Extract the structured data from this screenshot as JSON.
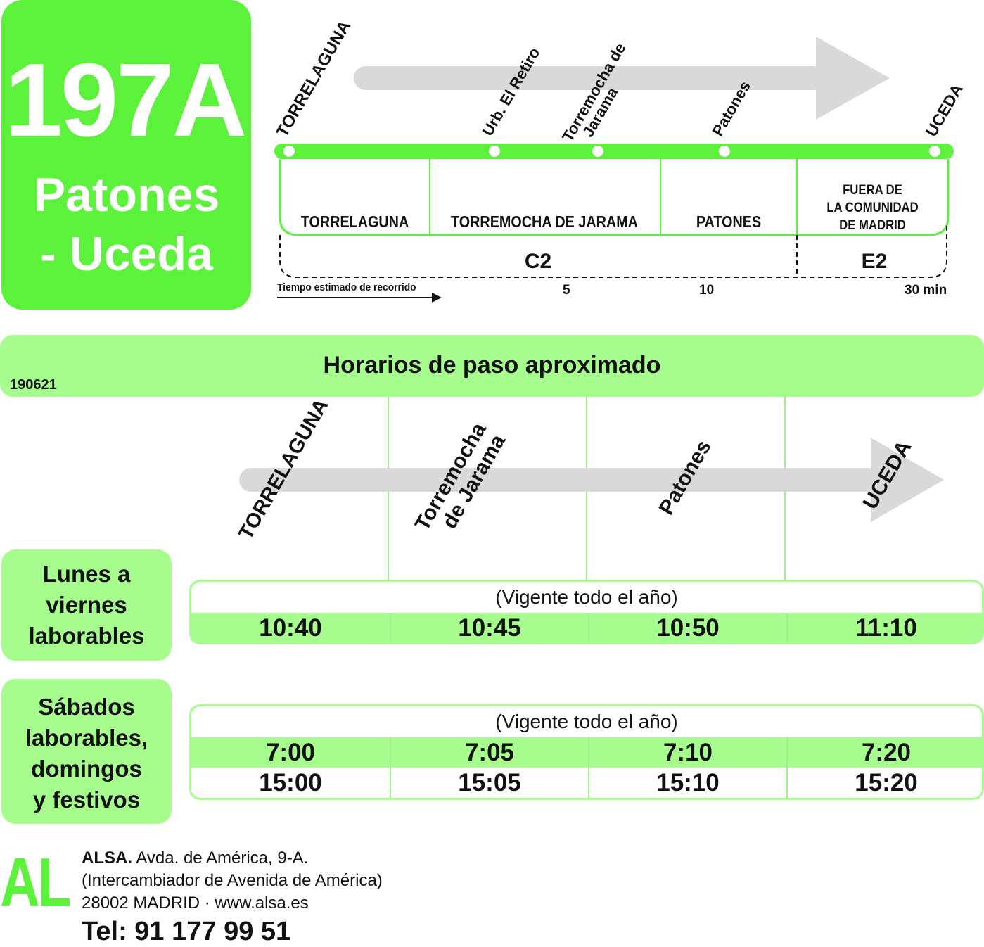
{
  "route": {
    "number": "197A",
    "line1": "Patones",
    "line2": "- Uceda",
    "color": "#5cf23c"
  },
  "map": {
    "stops": [
      "TORRELAGUNA",
      "Urb. El Retiro",
      "Torremocha de Jarama",
      "Patones",
      "UCEDA"
    ],
    "torremocha_l1": "Torremocha de",
    "torremocha_l2": "Jarama",
    "municipalities": [
      "TORRELAGUNA",
      "TORREMOCHA DE JARAMA",
      "PATONES"
    ],
    "outside_l1": "FUERA DE",
    "outside_l2": "LA COMUNIDAD",
    "outside_l3": "DE MADRID",
    "zones": [
      "C2",
      "E2"
    ],
    "time_label": "Tiempo estimado de recorrido",
    "ticks": [
      "5",
      "10",
      "30 min"
    ]
  },
  "schedule": {
    "title": "Horarios de paso aproximado",
    "code": "190621",
    "stops": [
      "TORRELAGUNA",
      "Torremocha",
      "de Jarama",
      "Patones",
      "UCEDA"
    ],
    "weekday": {
      "label_l1": "Lunes a",
      "label_l2": "viernes",
      "label_l3": "laborables",
      "note": "(Vigente todo el año)",
      "rows": [
        [
          "10:40",
          "10:45",
          "10:50",
          "11:10"
        ]
      ]
    },
    "weekend": {
      "label_l1": "Sábados",
      "label_l2": "laborables,",
      "label_l3": "domingos",
      "label_l4": "y festivos",
      "note": "(Vigente todo el año)",
      "rows": [
        [
          "7:00",
          "7:05",
          "7:10",
          "7:20"
        ],
        [
          "15:00",
          "15:05",
          "15:10",
          "15:20"
        ]
      ]
    }
  },
  "footer": {
    "logo": "AL",
    "company": "ALSA.",
    "address1": " Avda. de América, 9-A.",
    "address2": "(Intercambiador de Avenida de América)",
    "address3": "28002 MADRID · www.alsa.es",
    "tel": "Tel: 91 177 99 51"
  }
}
